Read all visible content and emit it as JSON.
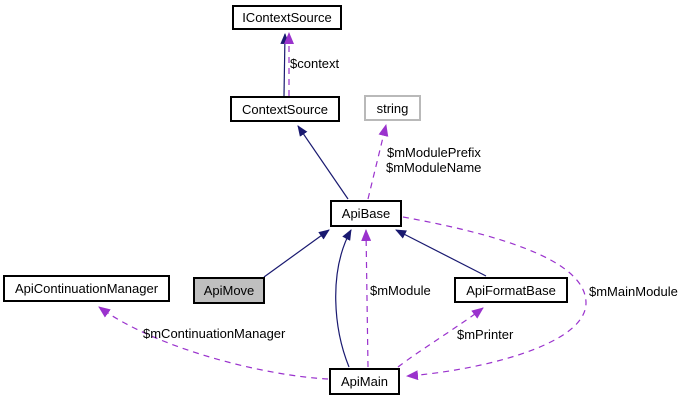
{
  "diagram": {
    "description": "class collaboration graph",
    "highlighted_node": "ApiMove",
    "nodes": {
      "icontextsource": {
        "label": "IContextSource"
      },
      "contextsource": {
        "label": "ContextSource"
      },
      "string": {
        "label": "string"
      },
      "apibase": {
        "label": "ApiBase"
      },
      "apicontinuationmanager": {
        "label": "ApiContinuationManager"
      },
      "apimove": {
        "label": "ApiMove"
      },
      "apiformatbase": {
        "label": "ApiFormatBase"
      },
      "apimain": {
        "label": "ApiMain"
      }
    },
    "edge_labels": {
      "context": "$context",
      "module_prefix": "$mModulePrefix",
      "module_name": "$mModuleName",
      "module": "$mModule",
      "main_module": "$mMainModule",
      "printer": "$mPrinter",
      "continuation_manager": "$mContinuationManager"
    },
    "colors": {
      "inheritance_edge": "#191970",
      "usage_edge": "#9a32cd",
      "node_border": "#000000",
      "current_node_fill": "#bfbfbf",
      "external_node_border": "#b9b9b9",
      "background": "#ffffff",
      "text": "#000000"
    }
  }
}
